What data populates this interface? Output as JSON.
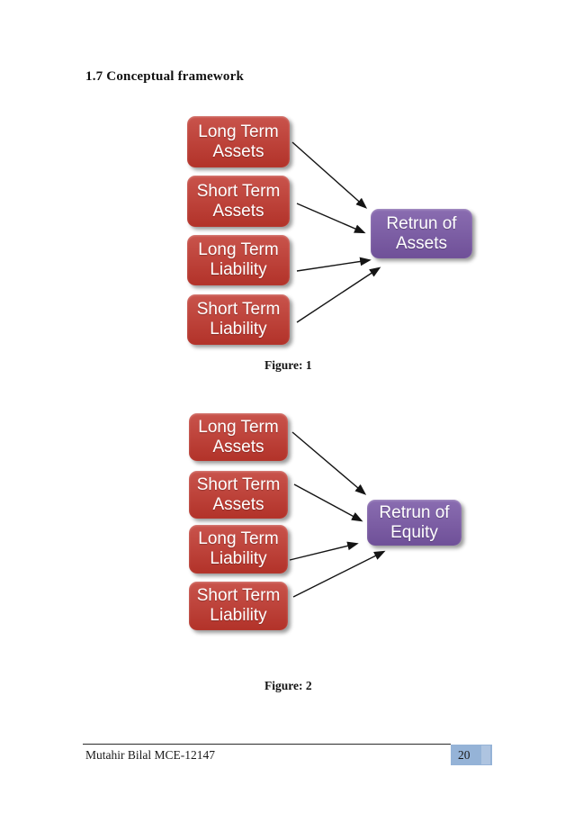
{
  "heading": "1.7 Conceptual framework",
  "figure1": {
    "caption": "Figure: 1",
    "sources": [
      {
        "label": "Long Term\nAssets"
      },
      {
        "label": "Short Term\nAssets"
      },
      {
        "label": "Long Term\nLiability"
      },
      {
        "label": "Short Term\nLiability"
      }
    ],
    "target": {
      "label": "Retrun of\nAssets"
    }
  },
  "figure2": {
    "caption": "Figure: 2",
    "sources": [
      {
        "label": "Long Term\nAssets"
      },
      {
        "label": "Short Term\nAssets"
      },
      {
        "label": "Long Term\nLiability"
      },
      {
        "label": "Short Term\nLiability"
      }
    ],
    "target": {
      "label": "Retrun of\nEquity"
    }
  },
  "footer": {
    "author": "Mutahir Bilal MCE-12147",
    "page_number": "20"
  },
  "colors": {
    "box_red_light": "#c9544c",
    "box_red_dark": "#b23229",
    "box_purple_light": "#8a6db1",
    "box_purple_dark": "#6f5098",
    "page_tab_blue": "#95b3d7",
    "page_tab_blue_light": "#aec4e0",
    "arrow": "#141414"
  }
}
